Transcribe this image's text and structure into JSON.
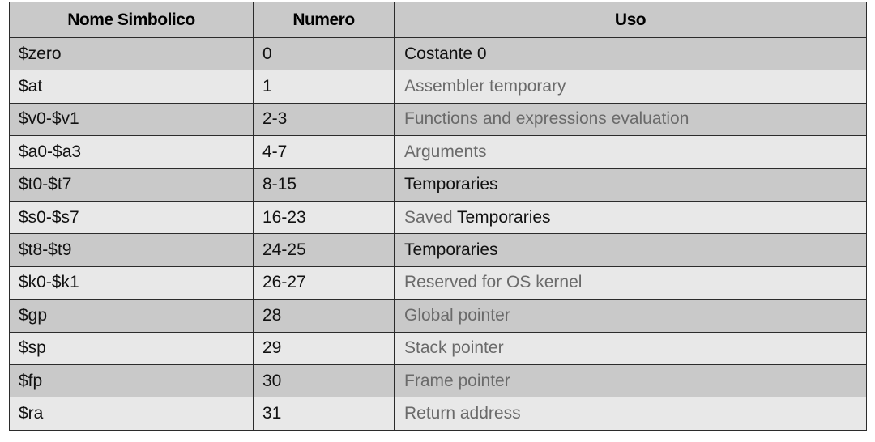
{
  "table": {
    "headers": [
      "Nome Simbolico",
      "Numero",
      "Uso"
    ],
    "rows": [
      {
        "name": "$zero",
        "number": "0",
        "use": "Costante 0",
        "shade": "dark",
        "use_style": "dark"
      },
      {
        "name": "$at",
        "number": "1",
        "use": "Assembler temporary",
        "shade": "light",
        "use_style": "gray"
      },
      {
        "name": "$v0-$v1",
        "number": "2-3",
        "use": "Functions and expressions evaluation",
        "shade": "dark",
        "use_style": "gray"
      },
      {
        "name": "$a0-$a3",
        "number": "4-7",
        "use": "Arguments",
        "shade": "light",
        "use_style": "gray"
      },
      {
        "name": "$t0-$t7",
        "number": "8-15",
        "use": "Temporaries",
        "shade": "dark",
        "use_style": "dark"
      },
      {
        "name": "$s0-$s7",
        "number": "16-23",
        "use_parts": [
          "Saved ",
          "Temporaries"
        ],
        "shade": "light",
        "use_style": "mixed"
      },
      {
        "name": "$t8-$t9",
        "number": "24-25",
        "use": "Temporaries",
        "shade": "dark",
        "use_style": "dark"
      },
      {
        "name": "$k0-$k1",
        "number": "26-27",
        "use": "Reserved for OS kernel",
        "shade": "light",
        "use_style": "gray"
      },
      {
        "name": "$gp",
        "number": "28",
        "use": "Global pointer",
        "shade": "dark",
        "use_style": "gray"
      },
      {
        "name": "$sp",
        "number": "29",
        "use": "Stack pointer",
        "shade": "light",
        "use_style": "gray"
      },
      {
        "name": "$fp",
        "number": "30",
        "use": "Frame pointer",
        "shade": "dark",
        "use_style": "gray"
      },
      {
        "name": "$ra",
        "number": "31",
        "use": "Return address",
        "shade": "light",
        "use_style": "gray"
      }
    ]
  },
  "colors": {
    "dark_row": "#c9c9c9",
    "light_row": "#e8e8e8",
    "border": "#2b2b2b",
    "gray_text": "#6a6a6a",
    "dark_text": "#111111"
  }
}
